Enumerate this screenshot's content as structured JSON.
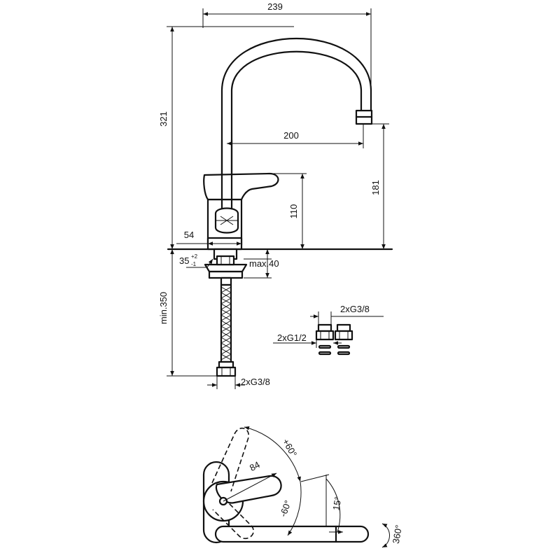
{
  "dimensions": {
    "reach_total": "239",
    "spout_height": "321",
    "spout_reach": "200",
    "outlet_height": "181",
    "lever_height": "110",
    "base_diameter": "54",
    "hole_diameter": "35",
    "hole_tol_plus": "+2",
    "hole_tol_minus": "-1",
    "max_deck": "max.40",
    "hose_length": "min.350",
    "hose_thread": "2xG3/8",
    "conn_thread_top": "2xG3/8",
    "conn_thread_side": "2xG1/2",
    "lever_length": "84",
    "angle_up": "+60°",
    "angle_down": "-60°",
    "spout_angle": "15°",
    "swivel": "360°"
  }
}
